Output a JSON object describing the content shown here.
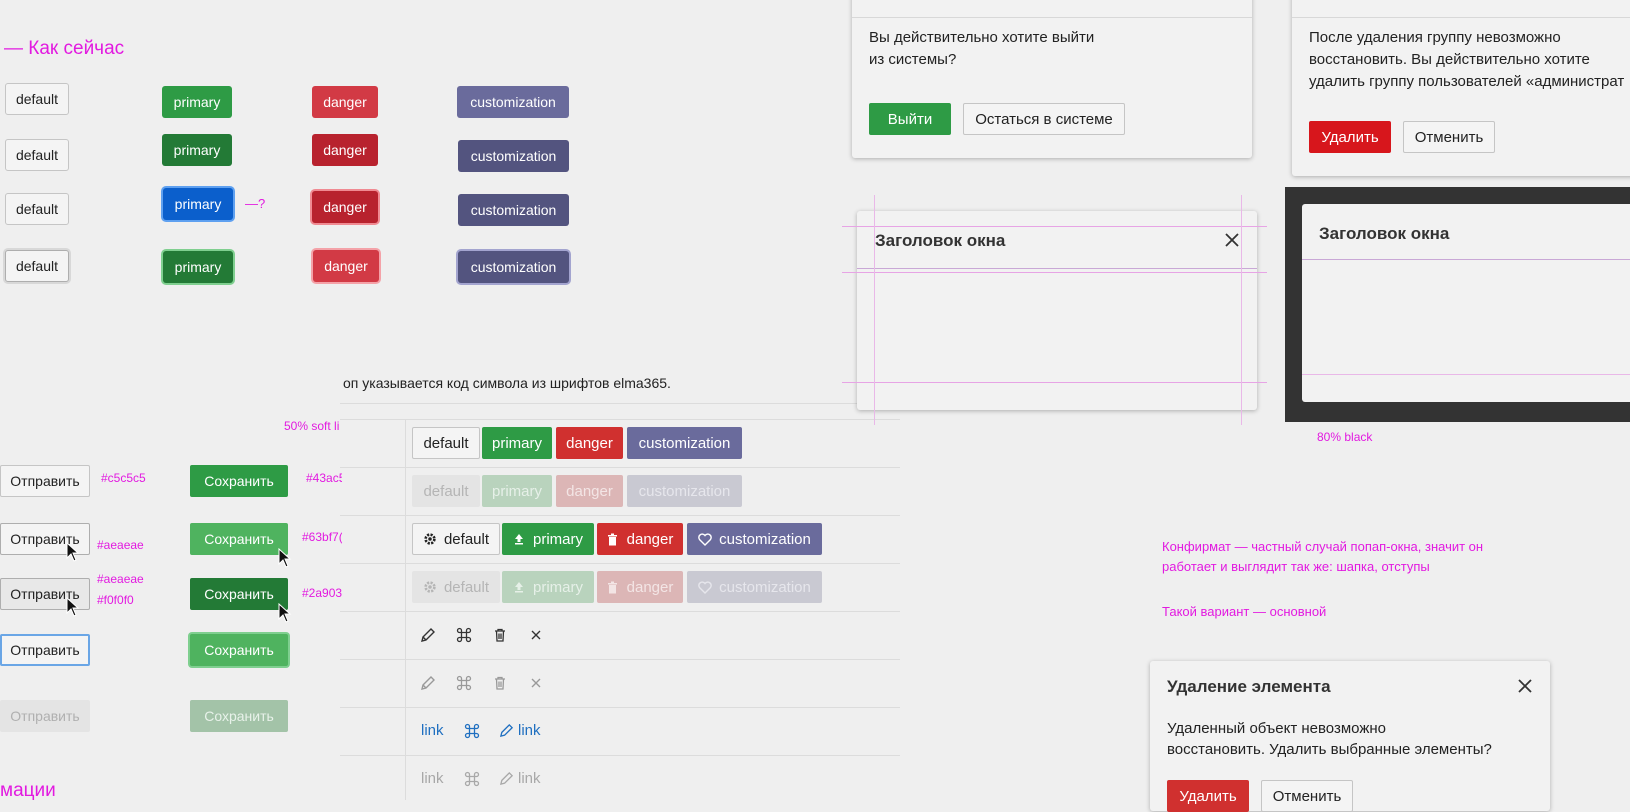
{
  "section_title": "— Как сейчас",
  "section_bottom_title": "мации",
  "grid": {
    "default_label": "default",
    "primary_label": "primary",
    "danger_label": "danger",
    "custom_label": "customization",
    "question_note": "—?"
  },
  "note_text": "оп указывается код символа из шрифтов elma365.",
  "notes": {
    "soft": "50% soft li",
    "black80": "80% black",
    "confirm_note_1": "Конфирмат — частный случай попап-окна, значит он",
    "confirm_note_2": "работает и выглядит так же: шапка, отступы",
    "main_variant": "Такой вариант — основной"
  },
  "send_label": "Отправить",
  "save_label": "Сохранить",
  "colors": {
    "c1": "#c5c5c5",
    "c2": "#aeaeae",
    "c3a": "#aeaeae",
    "c3b": "#f0f0f0",
    "s1": "#43ac5",
    "s2": "#63bf7(",
    "s3": "#2a903"
  },
  "table": {
    "default": "default",
    "primary": "primary",
    "danger": "danger",
    "custom": "customization",
    "link": "link"
  },
  "dialog_logout": {
    "text_1": "Вы действительно хотите выйти",
    "text_2": "из системы?",
    "confirm": "Выйти",
    "stay": "Остаться в системе"
  },
  "dialog_group": {
    "text_1": "После удаления группу невозможно",
    "text_2": "восстановить. Вы действительно хотите",
    "text_3": "удалить группу пользователей «администрат",
    "delete": "Удалить",
    "cancel": "Отменить"
  },
  "window_title": "Заголовок окна",
  "dialog_element": {
    "title": "Удаление элемента",
    "text_1": "Удаленный объект невозможно",
    "text_2": "восстановить. Удалить выбранные элементы?",
    "delete": "Удалить",
    "cancel": "Отменить"
  }
}
